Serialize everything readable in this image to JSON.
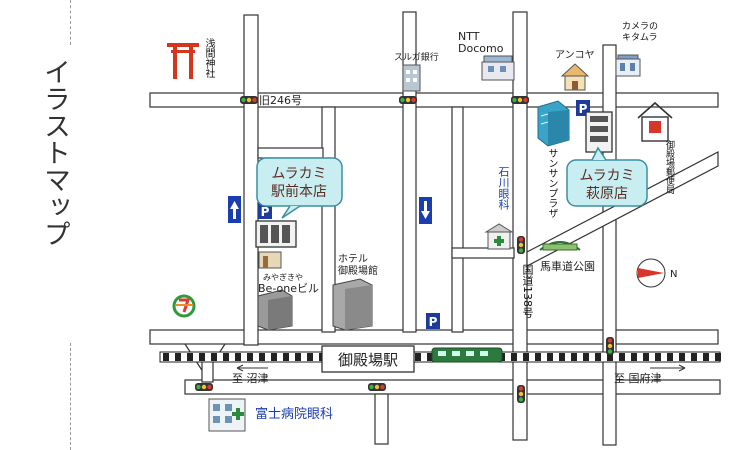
{
  "title": "イラストマップ",
  "labels": {
    "shrine": "浅間神社",
    "old_road": "旧246号",
    "suruga_bank": "スルガ銀行",
    "ntt": "NTT",
    "docomo": "Docomo",
    "ankoya": "アンコヤ",
    "camera": "カメラのキタムラ",
    "sunsun": "サンサンプラザ",
    "post_office": "御殿場郵便局",
    "ishikawa": "石川眼科",
    "store1": "ムラカミ駅前本店",
    "store1_line1": "ムラカミ",
    "store1_line2": "駅前本店",
    "store2": "ムラカミ萩原店",
    "store2_line1": "ムラカミ",
    "store2_line2": "萩原店",
    "hotel": "ホテル御殿場館",
    "hotel_line1": "ホテル",
    "hotel_line2": "御殿場館",
    "miyagiya": "みやぎきや",
    "beone": "Be-oneビル",
    "national_road": "国道138号",
    "park": "馬車道公園",
    "station": "御殿場駅",
    "to_numazu": "至 沼津",
    "to_kozu": "至 国府津",
    "hospital": "富士病院眼科",
    "parking": "P",
    "north": "N"
  },
  "colors": {
    "road": "#ffffff",
    "road_edge": "#333333",
    "store": "#5a2d22",
    "bubble_fill": "#c9eef2",
    "bubble_edge": "#3a8fa0",
    "parking": "#1e3b9c",
    "accent_blue": "#1a3db0",
    "torii": "#d4351c",
    "seven_green": "#2e9a3a",
    "seven_red": "#e03a2f",
    "seven_orange": "#f08a2a"
  }
}
